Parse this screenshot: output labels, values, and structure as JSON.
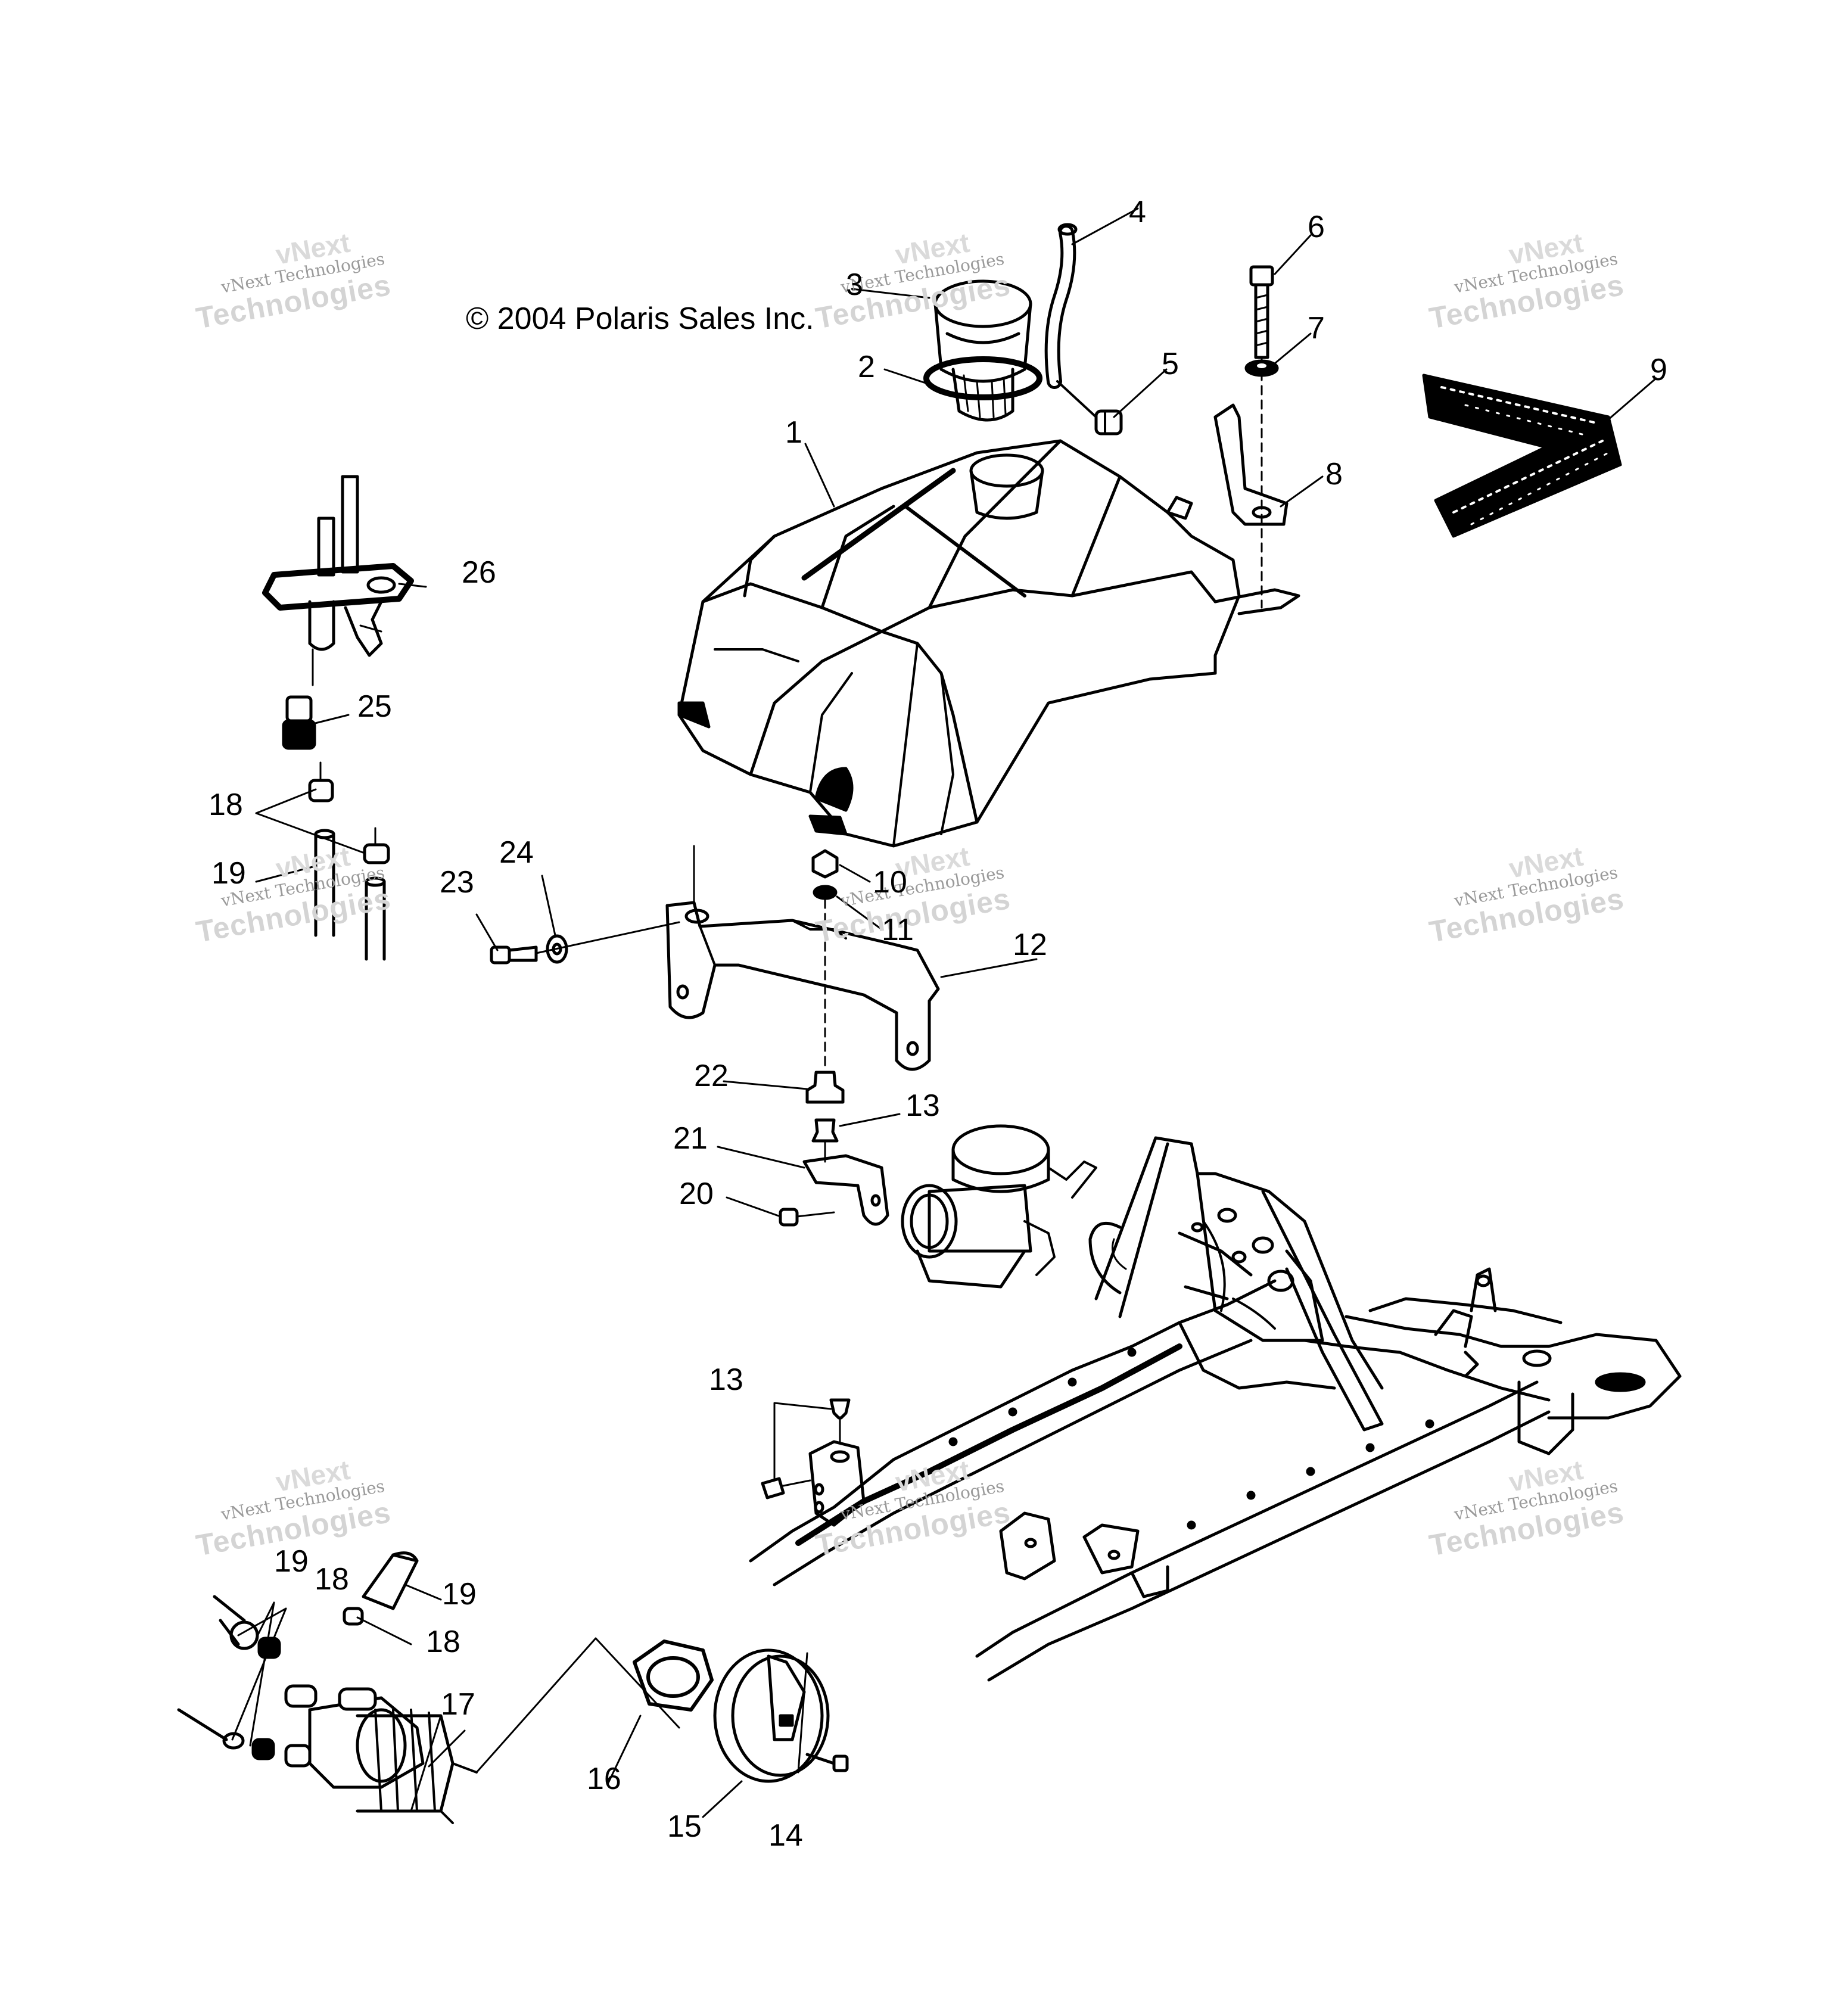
{
  "copyright": "© 2004 Polaris Sales Inc.",
  "watermark": {
    "line_top": "vNext",
    "line_small": "vNext Technologies",
    "line_big": "Technologies"
  },
  "callouts": {
    "c1": "1",
    "c2": "2",
    "c3": "3",
    "c4": "4",
    "c5": "5",
    "c6": "6",
    "c7": "7",
    "c8": "8",
    "c9": "9",
    "c10": "10",
    "c11": "11",
    "c12": "12",
    "c13a": "13",
    "c13b": "13",
    "c14": "14",
    "c15": "15",
    "c16": "16",
    "c17": "17",
    "c18a": "18",
    "c18b": "18",
    "c18c": "18",
    "c19a": "19",
    "c19b": "19",
    "c19c": "19",
    "c20": "20",
    "c21": "21",
    "c22": "22",
    "c23": "23",
    "c24": "24",
    "c25": "25",
    "c26": "26"
  },
  "colors": {
    "ink": "#000000",
    "watermark": "#cfcfcf"
  }
}
